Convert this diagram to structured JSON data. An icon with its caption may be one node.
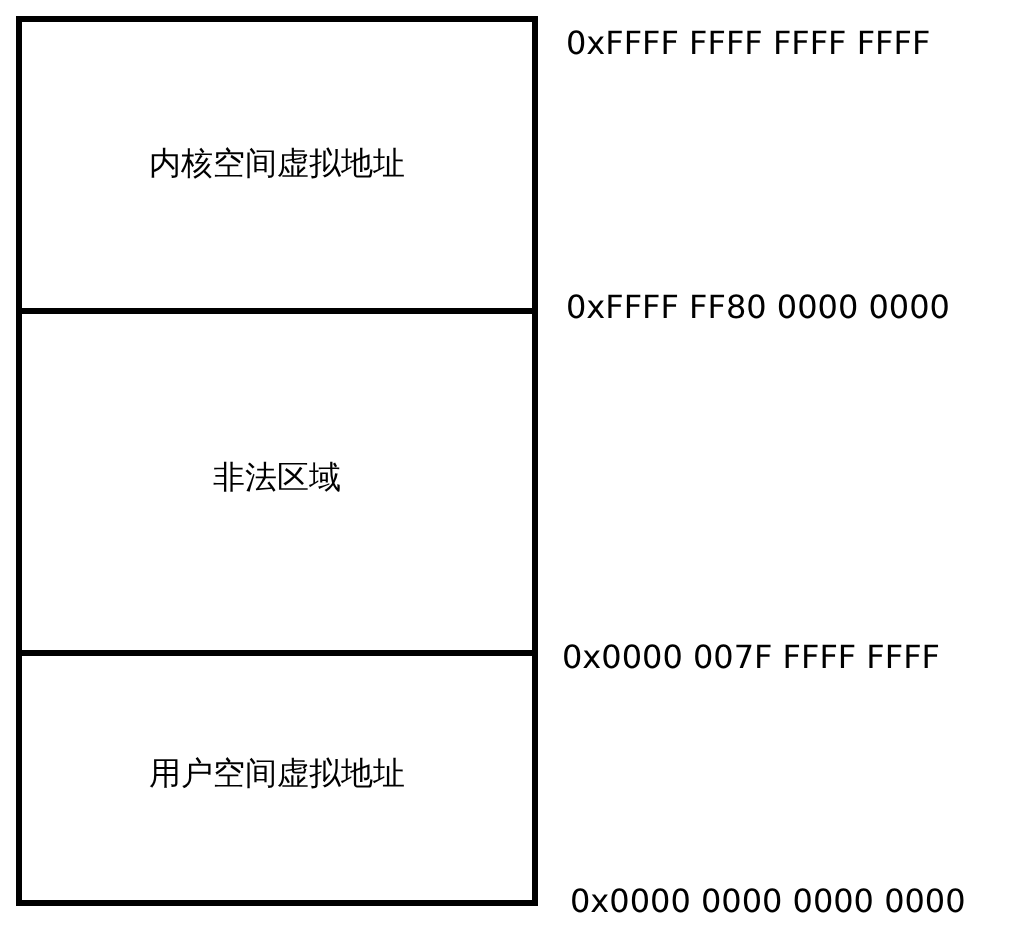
{
  "diagram": {
    "nodes": [
      {
        "text": [
          "内核空间虚拟地址"
        ]
      },
      {
        "text": [
          "非法区域"
        ]
      },
      {
        "text": [
          "用户空间虚拟地址"
        ]
      }
    ],
    "labels": [
      "0xFFFF FFFF FFFF FFFF",
      "0xFFFF FF80 0000 0000",
      "0x0000 007F FFFF FFFF",
      "0x0000 0000 0000 0000"
    ]
  }
}
